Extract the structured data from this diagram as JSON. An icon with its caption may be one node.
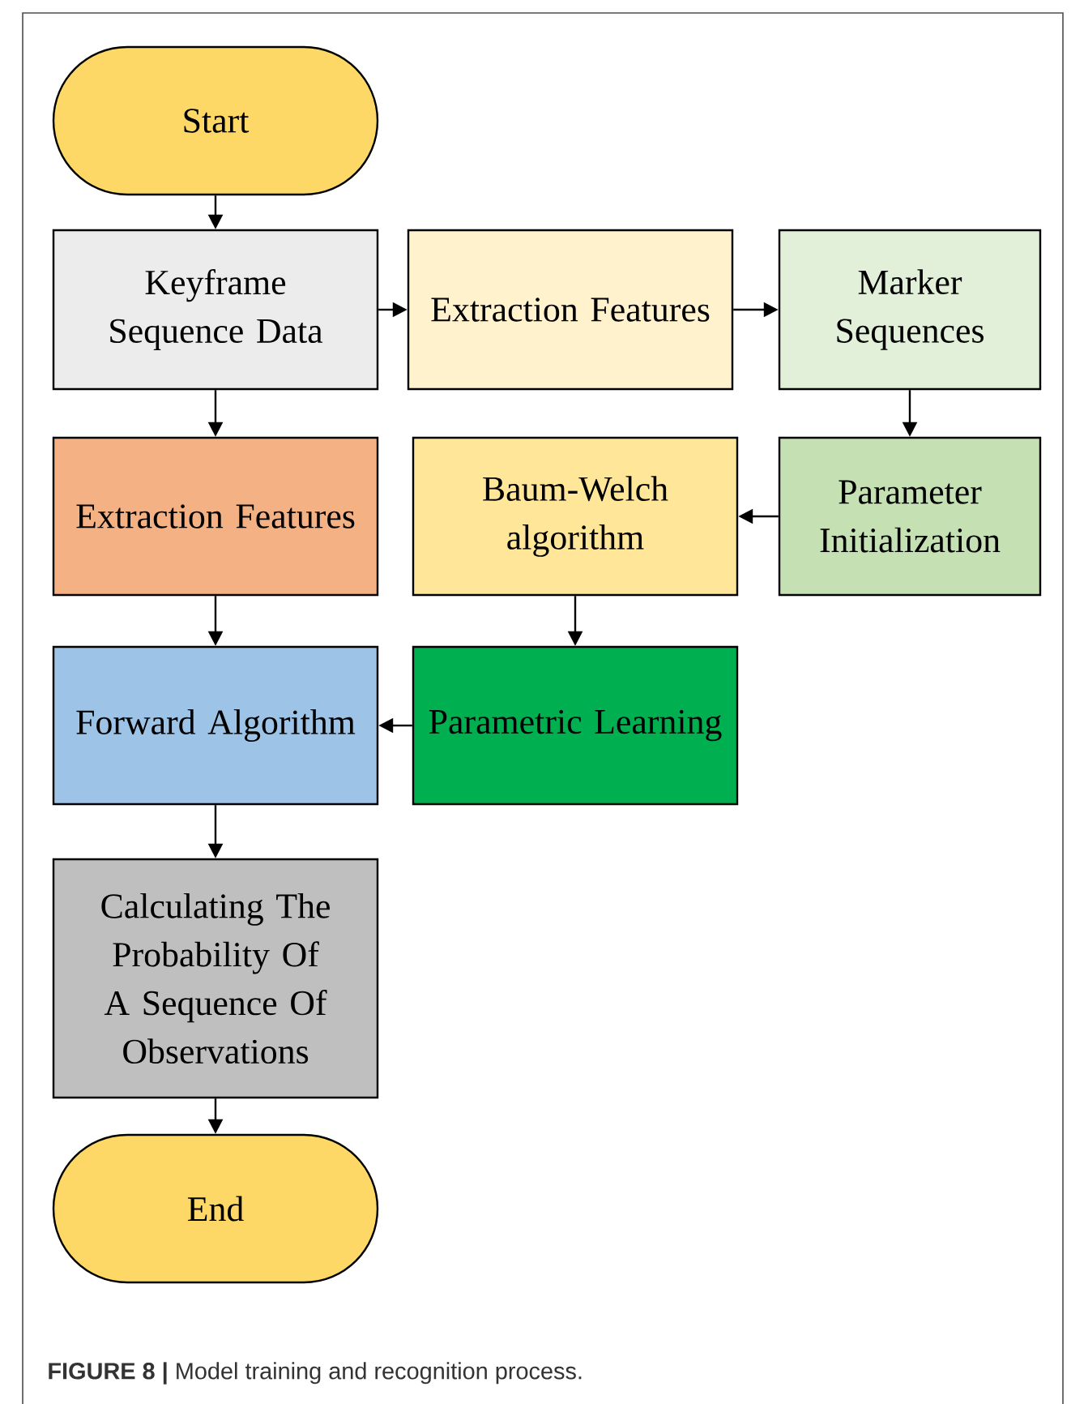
{
  "diagram": {
    "caption": "**FIGURE 8 |** Model training and recognition process.",
    "nodes": [
      {
        "text": [
          "Start"
        ]
      },
      {
        "text": [
          "Keyframe Sequence Data"
        ]
      },
      {
        "text": [
          "Extraction Features"
        ]
      },
      {
        "text": [
          "Marker Sequences"
        ]
      },
      {
        "text": [
          "Extraction Features"
        ]
      },
      {
        "text": [
          "Baum-Welch algorithm"
        ]
      },
      {
        "text": [
          "Parameter Initialization"
        ]
      },
      {
        "text": [
          "Forward Algorithm"
        ]
      },
      {
        "text": [
          "Parametric Learning"
        ]
      },
      {
        "text": [
          "Calculating The Probability Of A Sequence Of Observations"
        ]
      },
      {
        "text": [
          "End"
        ]
      }
    ],
    "edges": [
      {
        "from": 0,
        "to": 1,
        "arrow": "to"
      },
      {
        "from": 1,
        "to": 2,
        "arrow": "to"
      },
      {
        "from": 2,
        "to": 3,
        "arrow": "to"
      },
      {
        "from": 1,
        "to": 4,
        "arrow": "to"
      },
      {
        "from": 3,
        "to": 6,
        "arrow": "to"
      },
      {
        "from": 6,
        "to": 5,
        "arrow": "to"
      },
      {
        "from": 5,
        "to": 8,
        "arrow": "to"
      },
      {
        "from": 4,
        "to": 7,
        "arrow": "to"
      },
      {
        "from": 8,
        "to": 7,
        "arrow": "to"
      },
      {
        "from": 7,
        "to": 9,
        "arrow": "to"
      },
      {
        "from": 9,
        "to": 10,
        "arrow": "to"
      }
    ]
  }
}
